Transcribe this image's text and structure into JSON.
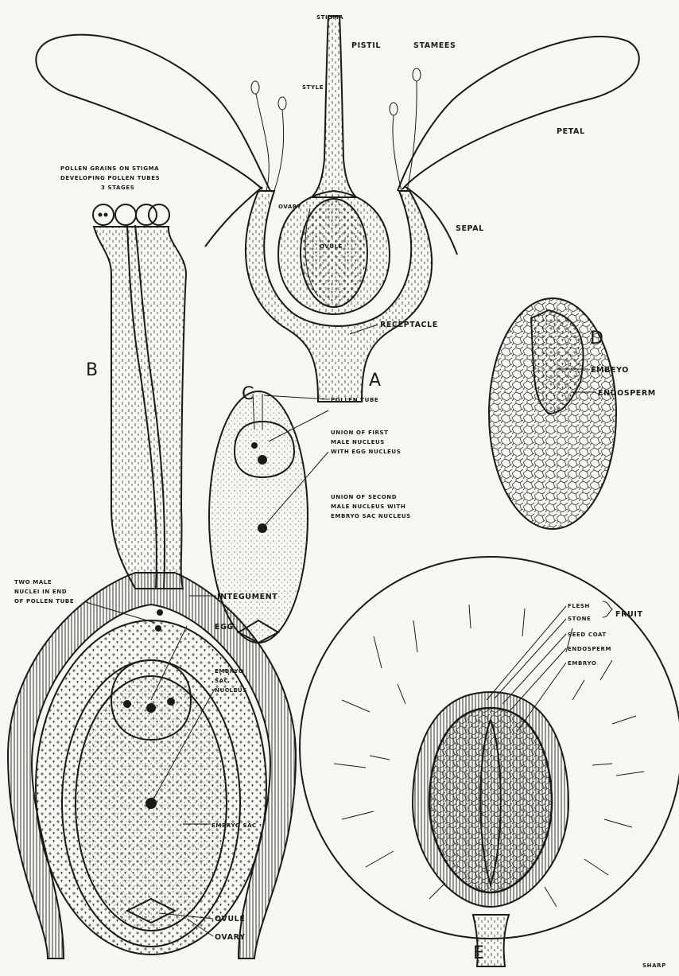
{
  "figures": {
    "A": {
      "letter": "A",
      "labels": {
        "stigma": "STIGMA",
        "pistil": "PISTIL",
        "style": "STYLE",
        "stamens": "STAMEES",
        "petal": "PETAL",
        "ovary": "OVARY",
        "sepal": "SEPAL",
        "ovule": "OVULE",
        "receptacle": "RECEPTACLE"
      }
    },
    "B": {
      "letter": "B",
      "labels": {
        "pollen_line1": "POLLEN GRAINS ON STIGMA",
        "pollen_line2": "DEVELOPING POLLEN TUBES",
        "pollen_line3": "3 STAGES",
        "two_male_line1": "TWO MALE",
        "two_male_line2": "NUCLEI IN END",
        "two_male_line3": "OF POLLEN TUBE",
        "integument": "INTEGUMENT",
        "egg": "EGG",
        "sac_line1": "EMBRYO",
        "sac_line2": "SAC",
        "sac_line3": "NUCLEUS",
        "embryo_sac": "EMBRYO SAC",
        "ovule": "OVULE",
        "ovary": "OVARY"
      }
    },
    "C": {
      "letter": "C",
      "labels": {
        "pollen_tube": "POLLEN TUBE",
        "union1_line1": "UNION OF FIRST",
        "union1_line2": "MALE NUCLEUS",
        "union1_line3": "WITH EGG NUCLEUS",
        "union2_line1": "UNION OF SECOND",
        "union2_line2": "MALE NUCLEUS WITH",
        "union2_line3": "EMBRYO SAC NUCLEUS"
      }
    },
    "D": {
      "letter": "D",
      "labels": {
        "embryo": "EMBEYO",
        "endosperm": "ENDOSPERM"
      }
    },
    "E": {
      "letter": "E",
      "labels": {
        "flesh": "FLESH",
        "stone": "STONE",
        "fruit": "FRUIT",
        "seed_coat": "SEED COAT",
        "endosperm": "ENDOSPERM",
        "embryo": "EMBRYO"
      }
    }
  },
  "signature": "SHARP",
  "colors": {
    "ink": "#1a1a1a",
    "paper": "#f7f6f1"
  }
}
